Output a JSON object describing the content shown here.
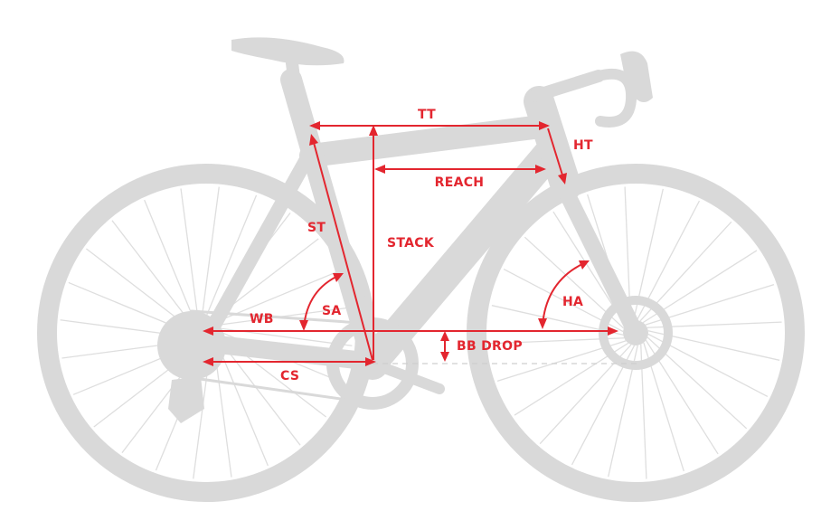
{
  "labels": {
    "tt": "TT",
    "ht": "HT",
    "reach": "REACH",
    "st": "ST",
    "stack": "STACK",
    "sa": "SA",
    "ha": "HA",
    "wb": "WB",
    "bb_drop": "BB DROP",
    "cs": "CS"
  },
  "colors": {
    "dimension": "#e3262f",
    "bike": "#d9d9d9",
    "background": "#ffffff"
  }
}
